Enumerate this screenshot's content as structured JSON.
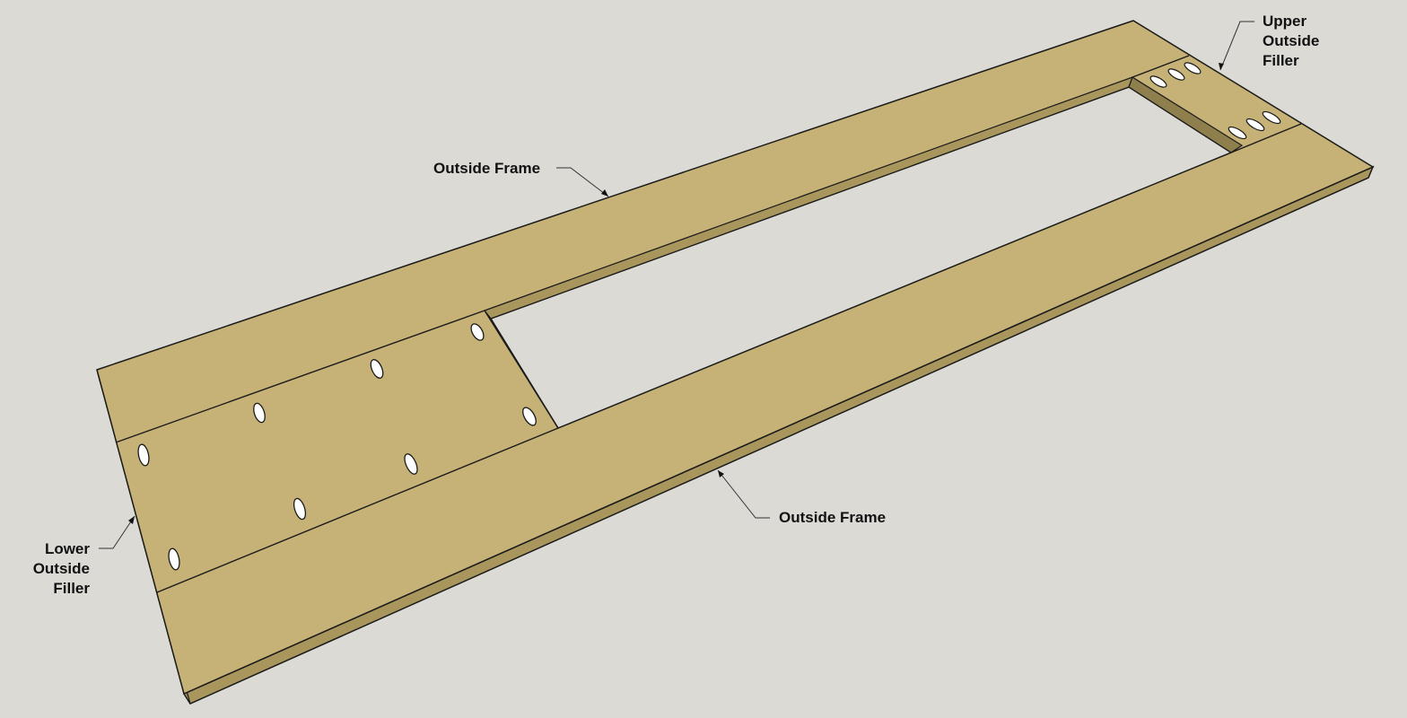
{
  "labels": {
    "outside_frame_top": "Outside Frame",
    "outside_frame_bottom": "Outside Frame",
    "upper_filler": [
      "Upper",
      "Outside",
      "Filler"
    ],
    "lower_filler": [
      "Lower",
      "Outside",
      "Filler"
    ]
  },
  "colors": {
    "background": "#dcdad5",
    "wood_top": "#c6b276",
    "wood_edge": "#a8965d",
    "wood_edge_dark": "#8f7f4c",
    "outline": "#1a1a1a",
    "pocket_hole": "#ffffff"
  }
}
